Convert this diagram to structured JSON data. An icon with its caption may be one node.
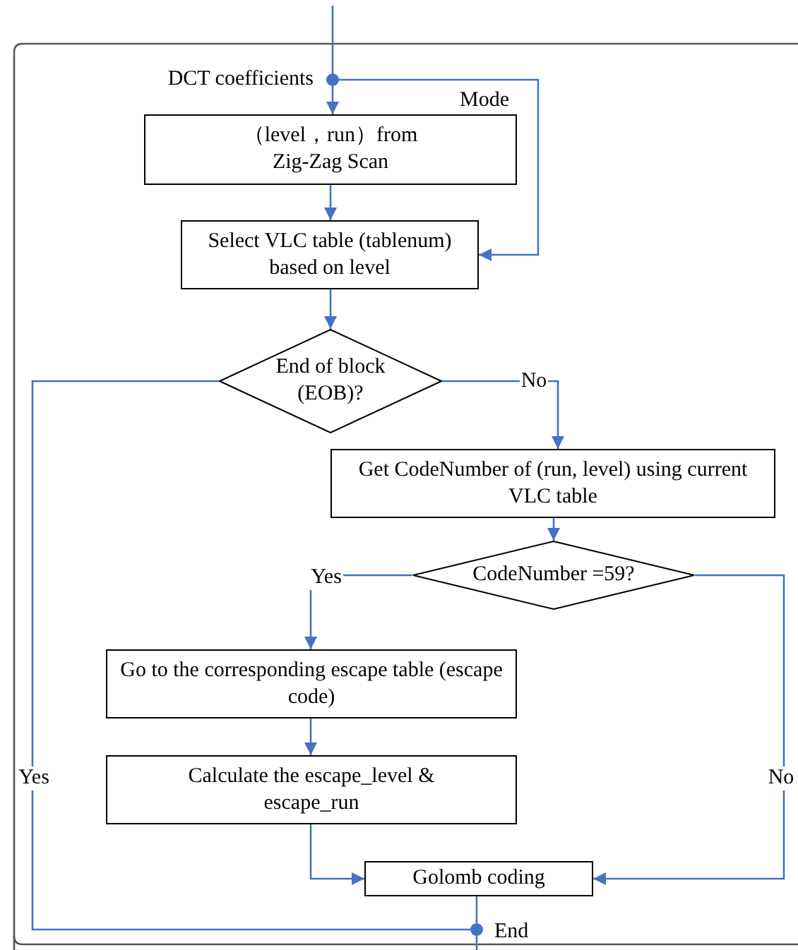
{
  "diagram": {
    "nodes": [
      {
        "text": [],
        "shape": "circle",
        "beside": [
          "DCT coefficients"
        ]
      },
      {
        "text": [
          "（level，run）from Zig-Zag Scan"
        ]
      },
      {
        "text": [
          "Select VLC table (tablenum) based on level"
        ]
      },
      {
        "text": [
          "End of block (EOB)?"
        ]
      },
      {
        "text": [
          "Get CodeNumber of (run, level) using current VLC table"
        ]
      },
      {
        "text": [
          "CodeNumber =59?"
        ]
      },
      {
        "text": [
          "Go to the corresponding escape table (escape code)"
        ]
      },
      {
        "text": [
          "Calculate the escape_level & escape_run"
        ]
      },
      {
        "text": [
          "Golomb coding"
        ]
      },
      {
        "text": [],
        "shape": "circle",
        "beside": [
          "End"
        ]
      }
    ],
    "edges": [
      {
        "from": null,
        "to": 0,
        "arrow": "none"
      },
      {
        "from": 0,
        "to": 1,
        "arrow": "to"
      },
      {
        "from": 0,
        "to": 2,
        "arrow": "to",
        "label": "Mode"
      },
      {
        "from": 1,
        "to": 2,
        "arrow": "to"
      },
      {
        "from": 2,
        "to": 3,
        "arrow": "to"
      },
      {
        "from": 3,
        "to": 4,
        "arrow": "to",
        "label": "No"
      },
      {
        "from": 3,
        "to": 9,
        "arrow": "none",
        "label": "Yes"
      },
      {
        "from": 4,
        "to": 5,
        "arrow": "to"
      },
      {
        "from": 5,
        "to": 6,
        "arrow": "to",
        "label": "Yes"
      },
      {
        "from": 5,
        "to": 8,
        "arrow": "to",
        "label": "No"
      },
      {
        "from": 6,
        "to": 7,
        "arrow": "to"
      },
      {
        "from": 7,
        "to": 8,
        "arrow": "to"
      },
      {
        "from": 8,
        "to": 9,
        "arrow": "none"
      },
      {
        "from": 9,
        "to": null,
        "arrow": "none"
      }
    ]
  }
}
